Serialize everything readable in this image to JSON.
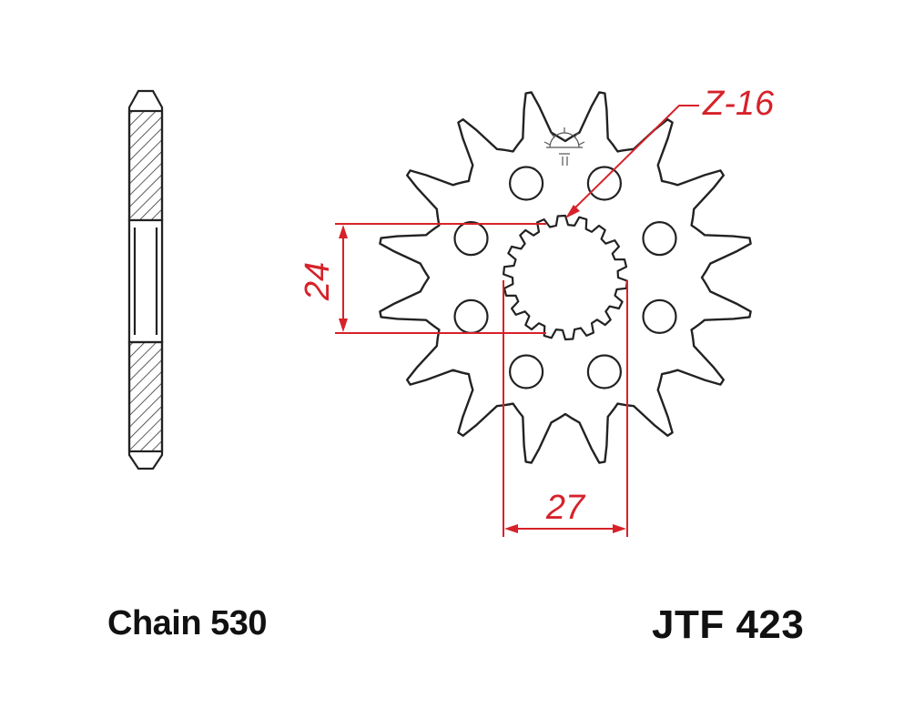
{
  "drawing": {
    "teeth_label": "Z-16",
    "width_dimension": "24",
    "spline_dimension": "27"
  },
  "captions": {
    "chain": "Chain 530",
    "part_number": "JTF 423"
  },
  "colors": {
    "outline": "#222222",
    "dimension": "#d6222a",
    "background": "#ffffff"
  },
  "icons": {
    "logo": "sun-logo-icon"
  }
}
